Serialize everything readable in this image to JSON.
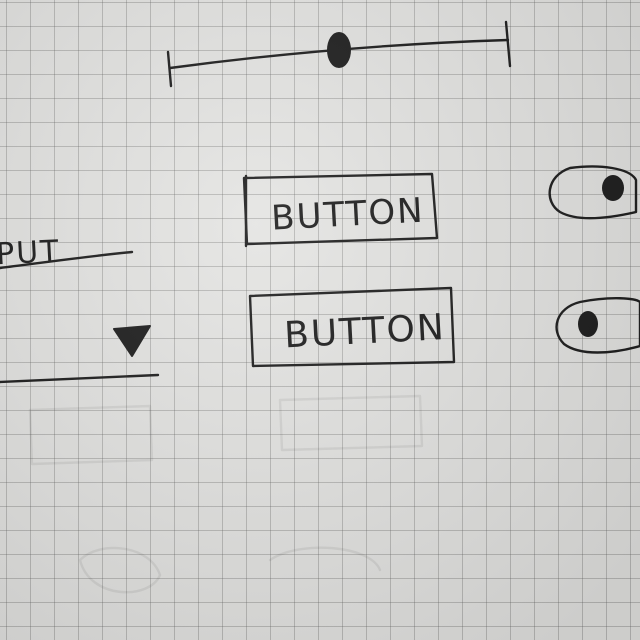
{
  "slider": {
    "value_fraction": 0.5
  },
  "input_field": {
    "partial_label": "PUT"
  },
  "dropdown": {
    "arrow_icon": "triangle-down-icon"
  },
  "buttons": [
    {
      "label": "BUTTON"
    },
    {
      "label": "BUTTON"
    }
  ],
  "toggles": [
    {
      "state": "on"
    },
    {
      "state": "off"
    }
  ],
  "colors": {
    "ink": "#1c1c1c",
    "paper": "#e4e4e2",
    "grid": "#5f5f5f"
  }
}
